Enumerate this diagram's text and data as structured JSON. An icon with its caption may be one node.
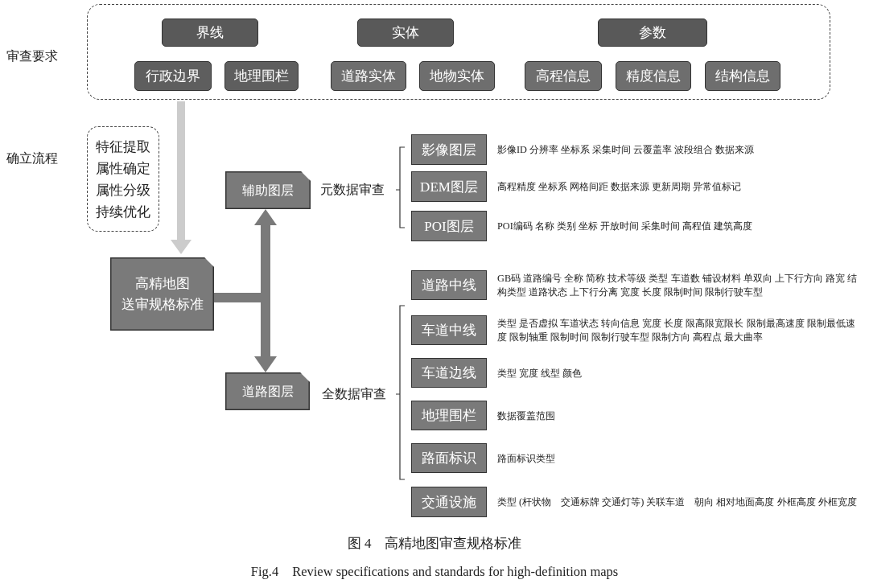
{
  "diagram": {
    "caption": "图 4　高精地图审查规格标准",
    "nodes": [
      {
        "text": [],
        "shape": "box"
      },
      {
        "text": [
          "界线"
        ],
        "in": 0
      },
      {
        "text": [
          "实体"
        ],
        "in": 0
      },
      {
        "text": [
          "参数"
        ],
        "in": 0
      },
      {
        "text": [
          "行政边界"
        ],
        "in": 0
      },
      {
        "text": [
          "地理围栏"
        ],
        "in": 0
      },
      {
        "text": [
          "道路实体"
        ],
        "in": 0
      },
      {
        "text": [
          "地物实体"
        ],
        "in": 0
      },
      {
        "text": [
          "高程信息"
        ],
        "in": 0
      },
      {
        "text": [
          "精度信息"
        ],
        "in": 0
      },
      {
        "text": [
          "结构信息"
        ],
        "in": 0
      },
      {
        "text": [
          "特征提取",
          "属性确定",
          "属性分级",
          "持续优化"
        ]
      },
      {
        "text": [
          "高精地图",
          "送审规格标准"
        ]
      },
      {
        "text": [
          "辅助图层"
        ]
      },
      {
        "text": [
          "道路图层"
        ]
      },
      {
        "text": [
          "影像图层"
        ],
        "beside": [
          "影像ID  分辨率  坐标系  采集时间  云覆盖率  波段组合  数据来源"
        ]
      },
      {
        "text": [
          "DEM图层"
        ],
        "beside": [
          "高程精度  坐标系  网格间距  数据来源  更新周期  异常值标记"
        ]
      },
      {
        "text": [
          "POI图层"
        ],
        "beside": [
          "POI编码  名称  类别  坐标  开放时间  采集时间  高程值  建筑高度"
        ]
      },
      {
        "text": [
          "道路中线"
        ],
        "beside": [
          "GB码 道路编号 全称 简称 技术等级 类型 车道数 铺设材料 单双向 上下行方向 路宽 结构类型 道路状态 上下行分离 宽度 长度 限制时间 限制行驶车型"
        ]
      },
      {
        "text": [
          "车道中线"
        ],
        "beside": [
          "类型 是否虚拟 车道状态 转向信息 宽度 长度 限高限宽限长 限制最高速度 限制最低速度 限制轴重 限制时间 限制行驶车型 限制方向 高程点 最大曲率"
        ]
      },
      {
        "text": [
          "车道边线"
        ],
        "beside": [
          "类型 宽度 线型 颜色"
        ]
      },
      {
        "text": [
          "地理围栏"
        ],
        "beside": [
          "数据覆盖范围"
        ]
      },
      {
        "text": [
          "路面标识"
        ],
        "beside": [
          "路面标识类型"
        ]
      },
      {
        "text": [
          "交通设施"
        ],
        "beside": [
          "类型 (杆状物　交通标牌 交通灯等) 关联车道　朝向 相对地面高度 外框高度 外框宽度"
        ]
      }
    ],
    "edges": [
      {
        "from": 0,
        "to": 12,
        "arrow": "to",
        "color": "#cccccc"
      },
      {
        "from": 12,
        "to": 13,
        "arrow": "to"
      },
      {
        "from": 12,
        "to": 14,
        "arrow": "to"
      }
    ],
    "labels": [
      "审查要求",
      "确立流程",
      "元数据审查",
      "全数据审查",
      "Fig.4　Review specifications and standards for high-definition maps"
    ]
  }
}
